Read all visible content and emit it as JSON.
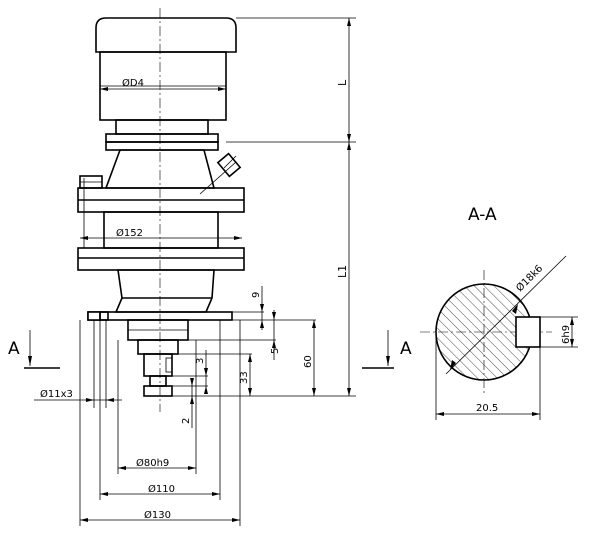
{
  "main_view": {
    "dims": {
      "motor_diameter": "ØD4",
      "flange_diameter": "Ø152",
      "hole_diameter": "Ø11x3",
      "pilot_diameter": "Ø80h9",
      "pcd_diameter": "Ø110",
      "outer_diameter": "Ø130",
      "length_L": "L",
      "length_L1": "L1",
      "dim_9": "9",
      "dim_5": "5",
      "dim_60": "60",
      "dim_3": "3",
      "dim_33": "33",
      "dim_2": "2"
    },
    "section_mark_left": "A",
    "section_mark_right": "A"
  },
  "section_view": {
    "title": "A-A",
    "dims": {
      "shaft_diameter": "Ø18k6",
      "key_width": "6h9",
      "key_depth": "20.5"
    }
  }
}
